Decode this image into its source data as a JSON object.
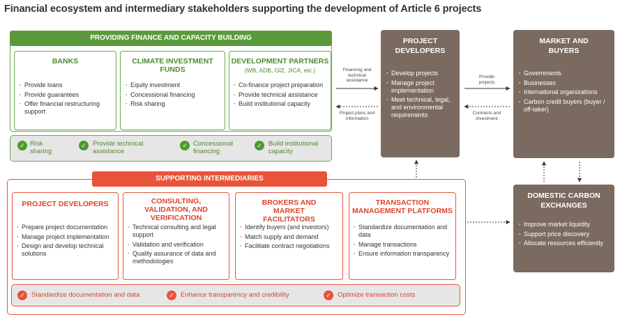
{
  "title": "Financial ecosystem and intermediary stakeholders supporting the development of Article 6 projects",
  "finance_section": {
    "header": "PROVIDING FINANCE AND CAPACITY BUILDING",
    "cards": [
      {
        "title": "BANKS",
        "items": [
          "Provide loans",
          "Provide guarantees",
          "Offer financial restructuring support"
        ]
      },
      {
        "title": "CLIMATE INVESTMENT FUNDS",
        "items": [
          "Equity investment",
          "Concessional financing",
          "Risk sharing"
        ]
      },
      {
        "title": "DEVELOPMENT PARTNERS",
        "subtitle": "(WB, ADB, GIZ, JICA, etc.)",
        "items": [
          "Co-finance project preparation",
          "Provide technical assistance",
          "Build institutional capacity"
        ]
      }
    ],
    "outcomes": [
      "Risk sharing",
      "Provide technical assistance",
      "Concessional financing",
      "Build institutional capacity"
    ]
  },
  "intermediaries_section": {
    "header": "SUPPORTING INTERMEDIARIES",
    "cards": [
      {
        "title": "PROJECT DEVELOPERS",
        "items": [
          "Prepare project documentation",
          "Manage project implementation",
          "Design and develop technical solutions"
        ]
      },
      {
        "title": "CONSULTING, VALIDATION, AND VERIFICATION",
        "items": [
          "Technical consulting and legal support",
          "Validation and verification",
          "Quality assurance of data and methodologies"
        ]
      },
      {
        "title": "BROKERS AND MARKET FACILITATORS",
        "items": [
          "Identify buyers (and investors)",
          "Match supply and demand",
          "Facilitate contract negotiations"
        ]
      },
      {
        "title": "TRANSACTION MANAGEMENT PLATFORMS",
        "items": [
          "Standardize documentation and data",
          "Manage transactions",
          "Ensure information transparency"
        ]
      }
    ],
    "outcomes": [
      "Standardize documentation and data",
      "Enhance transparency and credibility",
      "Optimize transaction costs"
    ]
  },
  "project_developers": {
    "title": "PROJECT DEVELOPERS",
    "items": [
      "Develop projects",
      "Manage project implementation",
      "Meet technical, legal, and environmental requirements"
    ]
  },
  "market_buyers": {
    "title": "MARKET AND BUYERS",
    "items": [
      "Governments",
      "Businesses",
      "International organizations",
      "Carbon credit buyers (buyer / off-taker)"
    ]
  },
  "exchanges": {
    "title": "DOMESTIC CARBON EXCHANGES",
    "items": [
      "Improve market liquidity",
      "Support price discovery",
      "Allocate resources efficiently"
    ]
  },
  "arrow_labels": {
    "financing": "Financing and technical assistance",
    "plans": "Project plans and information",
    "provide": "Provide projects",
    "contracts": "Contracts and investment"
  },
  "colors": {
    "green": "#5a9a3c",
    "orange": "#e8543a",
    "brown": "#7b6a60",
    "band_gray": "#e6e6e6"
  }
}
